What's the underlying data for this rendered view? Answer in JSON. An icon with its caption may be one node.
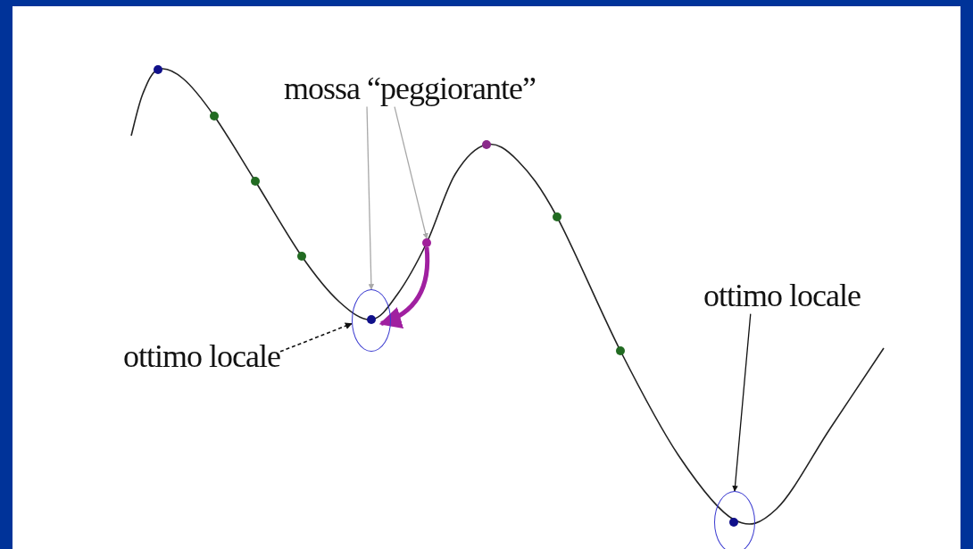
{
  "diagram": {
    "nodes": [
      {
        "text": [
          "mossa “peggiorante”"
        ]
      },
      {
        "text": [
          "ottimo locale"
        ]
      },
      {
        "text": [
          "ottimo locale"
        ]
      },
      {
        "text": [],
        "shape": "circle"
      },
      {
        "text": [],
        "shape": "circle"
      },
      {
        "text": [],
        "shape": "circle"
      }
    ],
    "edges": [
      {
        "from": 0,
        "to": 3,
        "arrow": "to",
        "color": "#a8a8a8"
      },
      {
        "from": 0,
        "to": 4,
        "arrow": "to",
        "color": "#a8a8a8"
      },
      {
        "from": 1,
        "to": 3,
        "arrow": "to",
        "style": "dashed",
        "color": "#111111"
      },
      {
        "from": 2,
        "to": 5,
        "arrow": "to",
        "color": "#111111"
      },
      {
        "from": 4,
        "to": 3,
        "arrow": "to",
        "style": "thick",
        "color": "#a020a0"
      }
    ]
  }
}
